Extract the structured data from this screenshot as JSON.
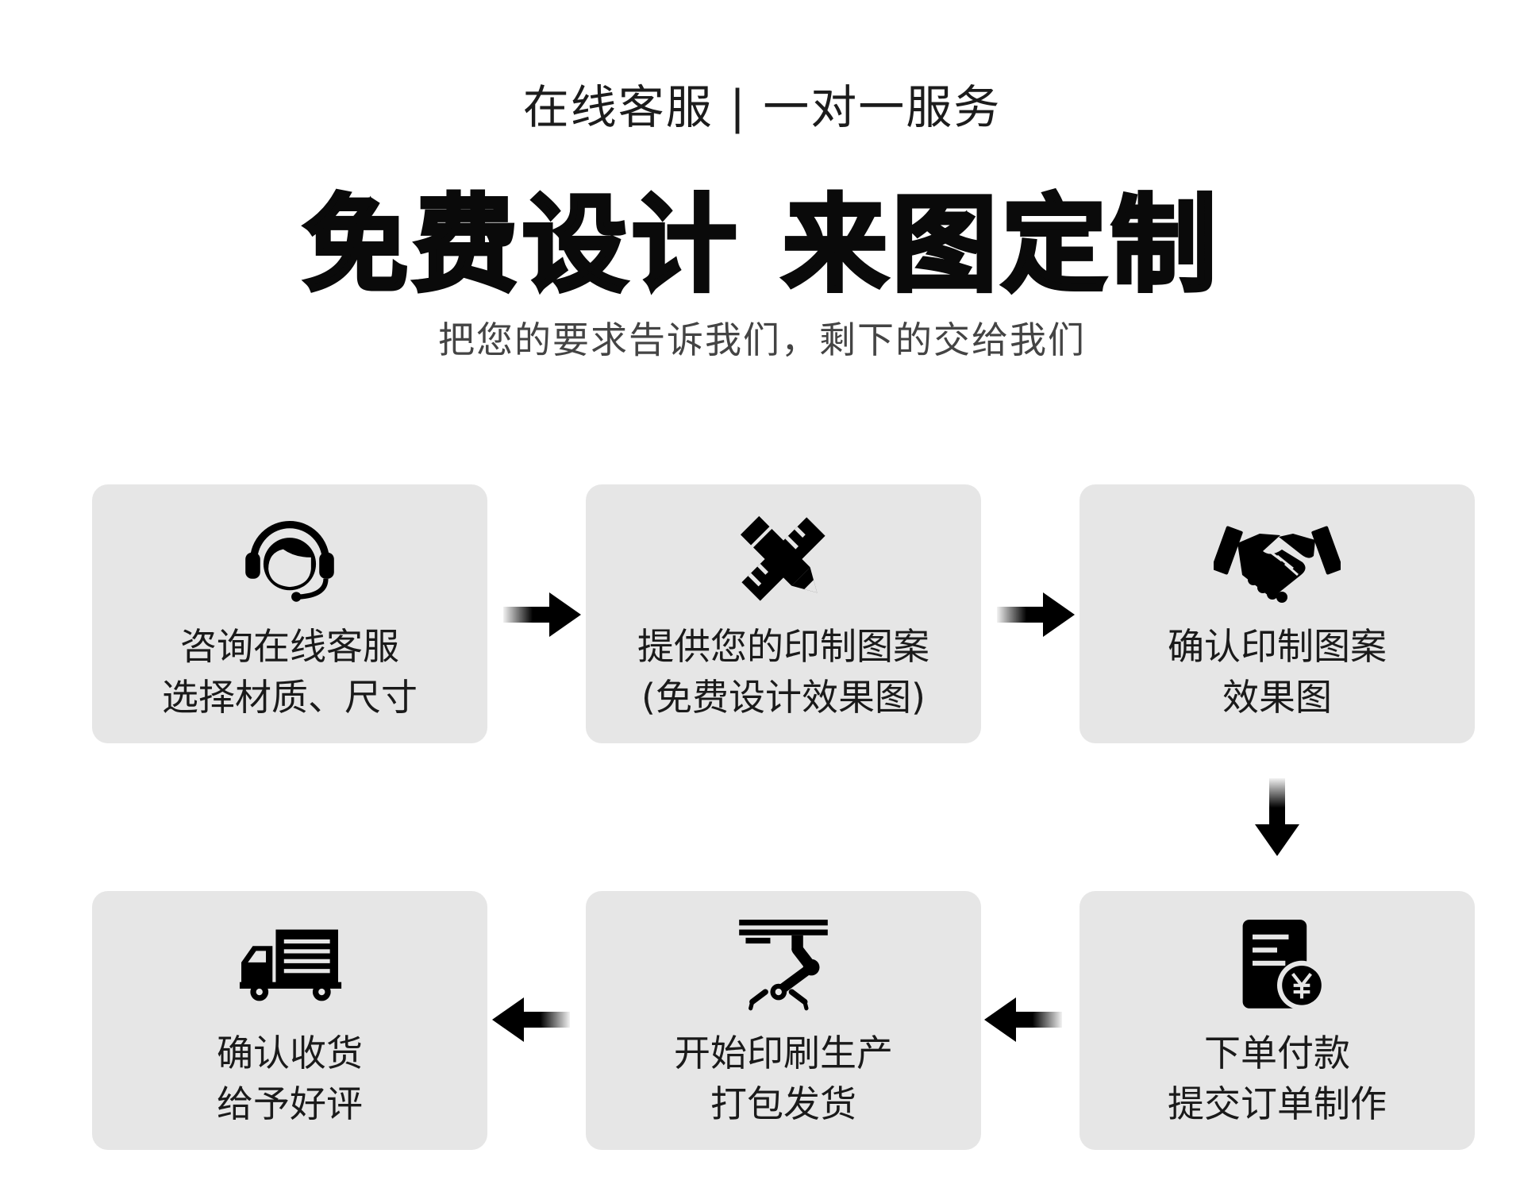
{
  "header": {
    "kicker": "在线客服 | 一对一服务",
    "title": "免费设计  来图定制",
    "subtitle": "把您的要求告诉我们，剩下的交给我们"
  },
  "steps": [
    {
      "icon": "headset-icon",
      "line1": "咨询在线客服",
      "line2": "选择材质、尺寸"
    },
    {
      "icon": "pencil-ruler-icon",
      "line1": "提供您的印制图案",
      "line2": "(免费设计效果图)"
    },
    {
      "icon": "handshake-icon",
      "line1": "确认印制图案",
      "line2": "效果图"
    },
    {
      "icon": "invoice-yen-icon",
      "line1": "下单付款",
      "line2": "提交订单制作"
    },
    {
      "icon": "robot-arm-icon",
      "line1": "开始印刷生产",
      "line2": "打包发货"
    },
    {
      "icon": "delivery-truck-icon",
      "line1": "确认收货",
      "line2": "给予好评"
    }
  ],
  "colors": {
    "card_background": "#e6e6e6",
    "text": "#1a1a1a",
    "icon": "#000000"
  }
}
